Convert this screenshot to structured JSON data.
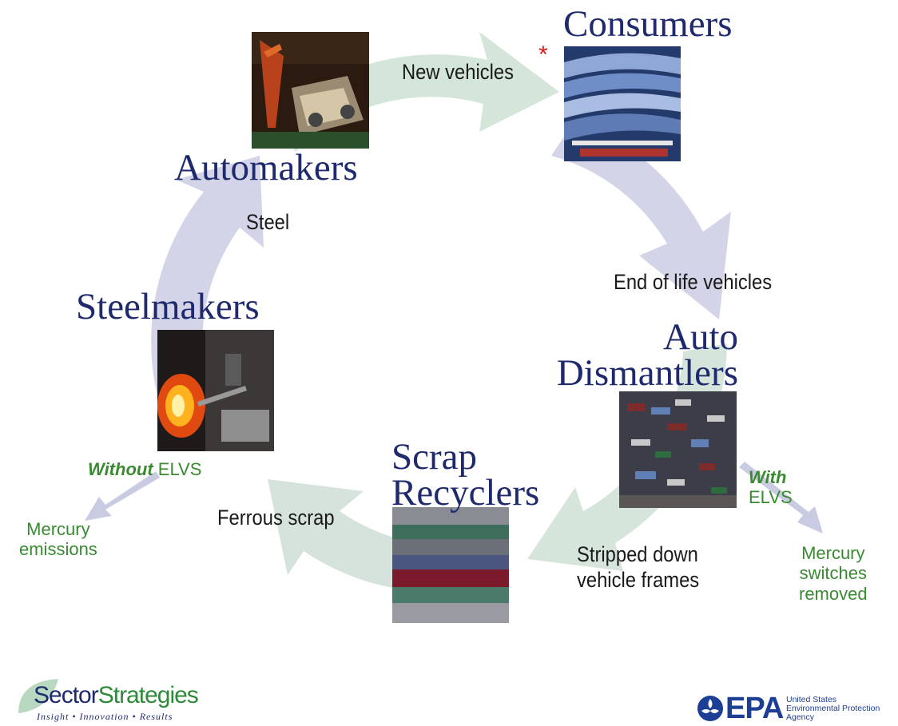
{
  "stages": {
    "consumers": "Consumers",
    "automakers": "Automakers",
    "steelmakers": "Steelmakers",
    "dismantlers_line1": "Auto",
    "dismantlers_line2": "Dismantlers",
    "recyclers_line1": "Scrap",
    "recyclers_line2": "Recyclers"
  },
  "flows": {
    "new_vehicles": "New vehicles",
    "asterisk": "*",
    "end_of_life": "End of life vehicles",
    "steel": "Steel",
    "ferrous_scrap": "Ferrous scrap",
    "stripped_line1": "Stripped down",
    "stripped_line2": "vehicle frames"
  },
  "without_elvs": {
    "emphasis": "Without",
    "rest": "ELVS",
    "outcome_line1": "Mercury",
    "outcome_line2": "emissions"
  },
  "with_elvs": {
    "emphasis": "With",
    "rest": "ELVS",
    "outcome_line1": "Mercury",
    "outcome_line2": "switches",
    "outcome_line3": "removed"
  },
  "logos": {
    "sector_word1": "Sector",
    "sector_word2": "Strategies",
    "sector_tagline": "Insight • Innovation • Results",
    "epa_letters": "EPA",
    "epa_line1": "United States",
    "epa_line2": "Environmental Protection",
    "epa_line3": "Agency"
  },
  "colors": {
    "title_navy": "#1f2a6e",
    "ring_green": "#d6e6dc",
    "ring_lavender": "#d3d3e6",
    "label_green": "#3a8a32",
    "asterisk_red": "#e01a1a",
    "epa_blue": "#1c3f95"
  }
}
